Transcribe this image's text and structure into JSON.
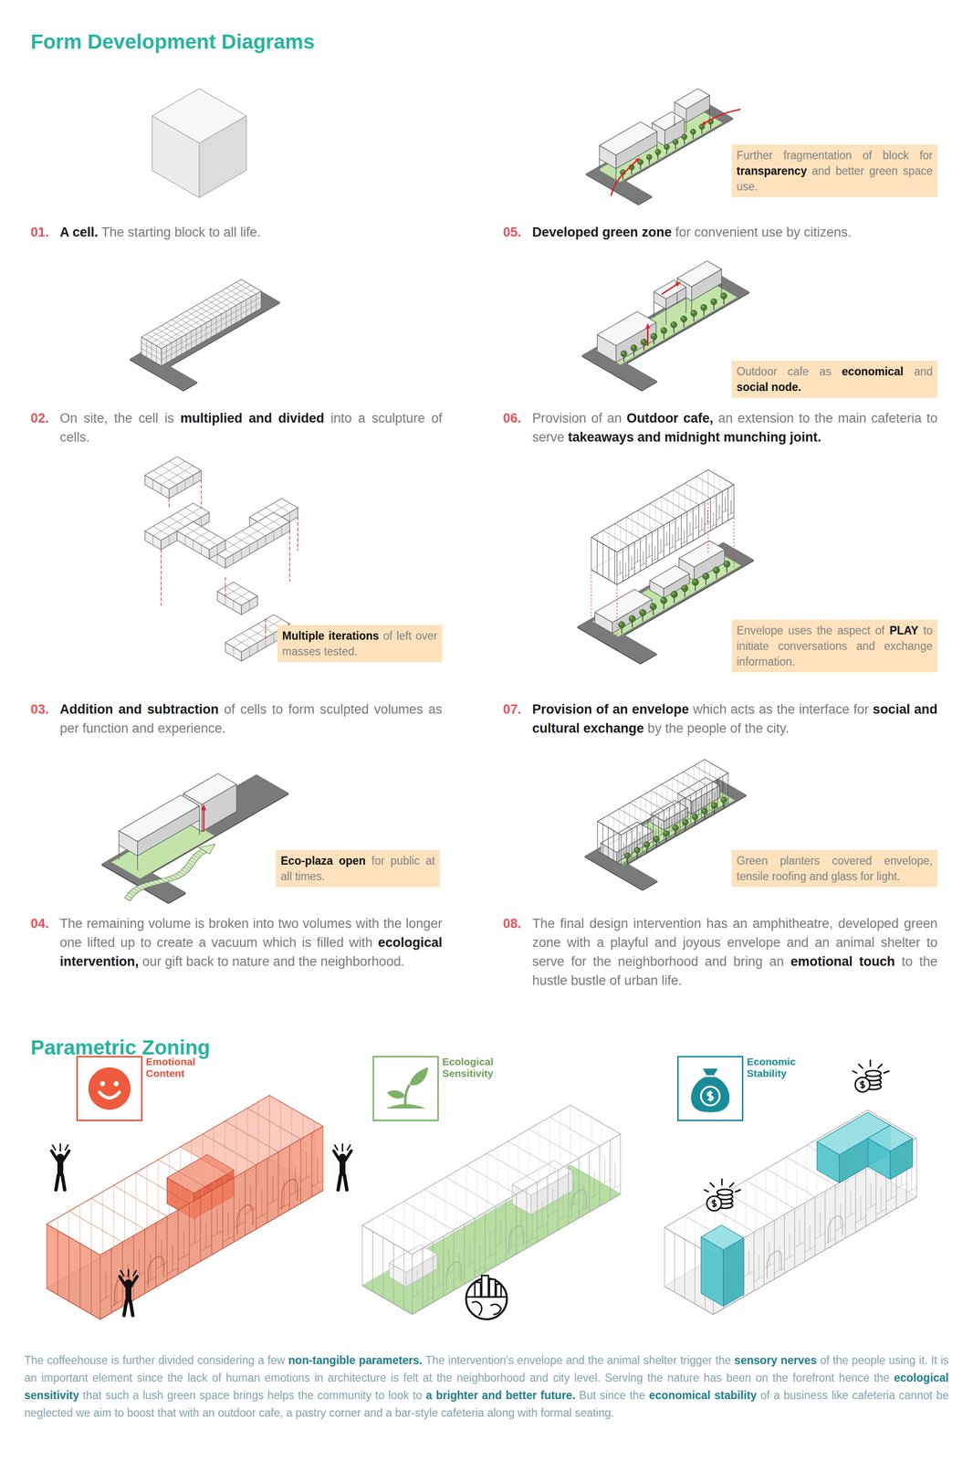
{
  "diagram": {
    "title": "Form Development Diagrams",
    "nodes": [
      {
        "text": [
          "Further fragmentation of block for",
          "transparency",
          "and better green space use."
        ]
      },
      {
        "text": [
          "Outdoor cafe as",
          "economical",
          "and",
          "social node."
        ]
      },
      {
        "text": [
          "Multiple iterations",
          "of left over masses tested."
        ]
      },
      {
        "text": [
          "Envelope uses the aspect of",
          "PLAY",
          "to initiate conversations and exchange information."
        ]
      },
      {
        "text": [
          "Eco-plaza open",
          "for public at all times."
        ]
      },
      {
        "text": [
          "Green planters covered envelope, tensile roofing and glass for light."
        ]
      },
      {
        "text": [
          "Emotional Content"
        ]
      },
      {
        "text": [
          "Ecological Sensitivity"
        ]
      },
      {
        "text": [
          "Economic Stability"
        ]
      }
    ],
    "labels": [
      "01.",
      "A cell.",
      "The starting block to all life.",
      "05.",
      "Developed green zone",
      "for convenient use by citizens.",
      "02.",
      "On site, the cell is",
      "multiplied and divided",
      "into a sculpture of cells.",
      "06.",
      "Provision of an",
      "Outdoor cafe,",
      "an extension to the main cafeteria to serve",
      "takeaways and midnight munching joint.",
      "03.",
      "Addition and subtraction",
      "of cells to form sculpted volumes as per function and experience.",
      "07.",
      "Provision of an envelope",
      "which acts as the interface for",
      "social and cultural exchange",
      "by the people of the city.",
      "04.",
      "The remaining volume is broken into two volumes with the longer one lifted up to create a vacuum which is filled with",
      "ecological intervention,",
      "our gift back to nature and the neighborhood.",
      "08.",
      "The final design intervention has an amphitheatre, developed green zone with a playful and joyous envelope and an animal shelter to serve for the neighborhood and bring an",
      "emotional touch",
      "to the hustle bustle of urban life.",
      "Parametric Zoning",
      "The coffeehouse is further divided considering a few",
      "non-tangible parameters.",
      "The intervention's envelope and the animal shelter trigger the",
      "sensory nerves",
      "of the people using it. It is an important element since the lack of human emotions in architecture is felt at the neighborhood and city level. Serving the nature has been on the forefront hence the",
      "ecological sensitivity",
      "that such a lush green space brings helps the community to look to",
      "a brighter and better future.",
      "But since the",
      "economical stability",
      "of a business like cafeteria cannot be neglected we aim to boost that with an outdoor cafe, a pastry corner and a bar-style cafeteria along with formal seating.",
      "03"
    ]
  }
}
